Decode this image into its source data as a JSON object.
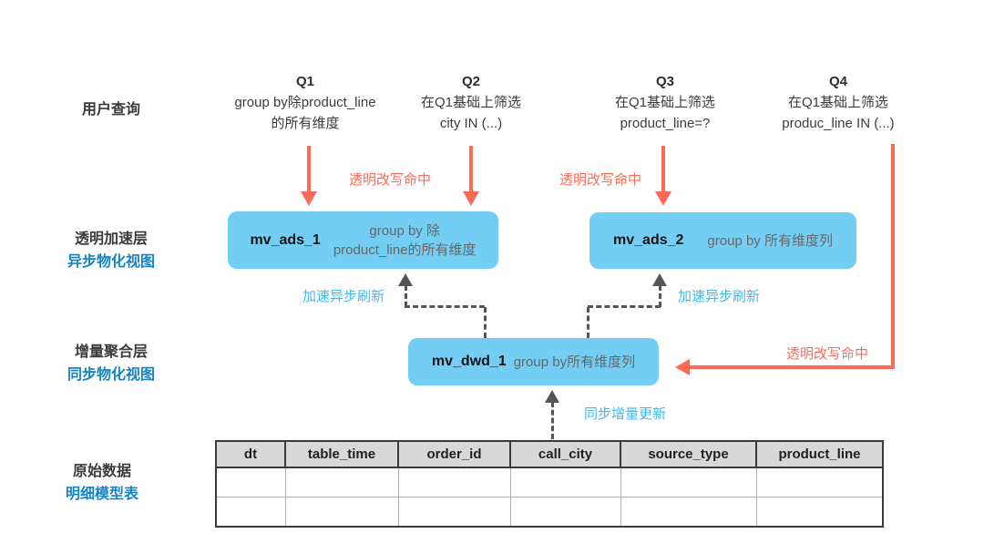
{
  "layers": {
    "user_query": {
      "label": "用户查询"
    },
    "accel": {
      "line1": "透明加速层",
      "line2": "异步物化视图"
    },
    "incr": {
      "line1": "增量聚合层",
      "line2": "同步物化视图"
    },
    "raw": {
      "line1": "原始数据",
      "line2": "明细模型表"
    }
  },
  "queries": [
    {
      "id": "Q1",
      "line1": "group by除product_line",
      "line2": "的所有维度"
    },
    {
      "id": "Q2",
      "line1": "在Q1基础上筛选",
      "line2": "city IN (...)"
    },
    {
      "id": "Q3",
      "line1": "在Q1基础上筛选",
      "line2": "product_line=?"
    },
    {
      "id": "Q4",
      "line1": "在Q1基础上筛选",
      "line2": "produc_line IN (...)"
    }
  ],
  "boxes": {
    "mv_ads_1": {
      "name": "mv_ads_1",
      "desc_line1": "group by 除",
      "desc_line2": "product_line的所有维度"
    },
    "mv_ads_2": {
      "name": "mv_ads_2",
      "desc": "group by 所有维度列"
    },
    "mv_dwd_1": {
      "name": "mv_dwd_1",
      "desc": "group by所有维度列"
    }
  },
  "annotations": {
    "rewrite_hit_1": "透明改写命中",
    "rewrite_hit_2": "透明改写命中",
    "rewrite_hit_3": "透明改写命中",
    "async_refresh_left": "加速异步刷新",
    "async_refresh_right": "加速异步刷新",
    "sync_update": "同步增量更新"
  },
  "table": {
    "headers": [
      "dt",
      "table_time",
      "order_id",
      "call_city",
      "source_type",
      "product_line"
    ],
    "row_count": 2
  },
  "colors": {
    "box_blue": "#74CEF3",
    "arrow_red": "#F96B56",
    "layer_blue": "#1583C4",
    "annotation_blue": "#3FB9F2",
    "text_dark": "#3A3A3A",
    "text_gray": "#666666",
    "table_header_bg": "#D8D8D8",
    "dash_gray": "#555555"
  }
}
